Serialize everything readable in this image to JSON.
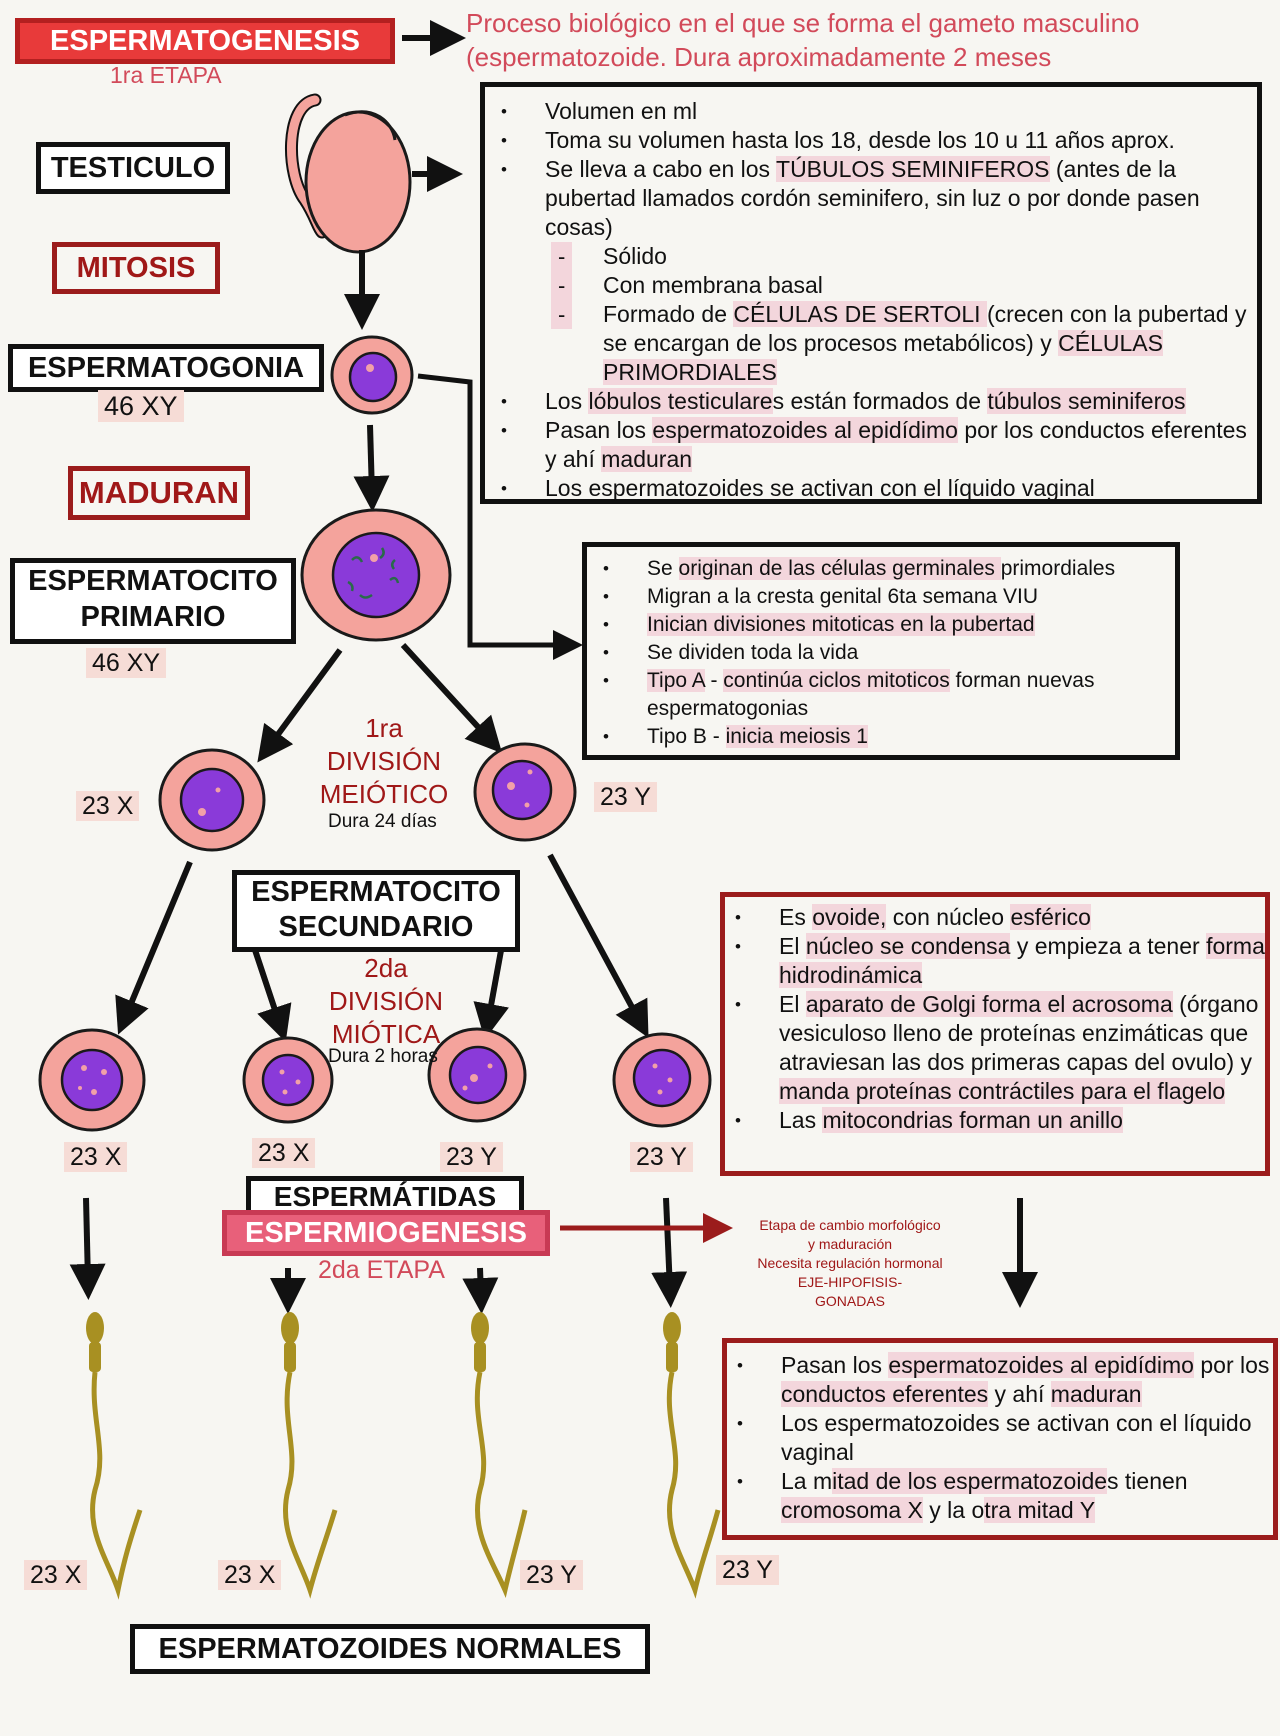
{
  "header": {
    "title": "ESPERMATOGENESIS",
    "stage": "1ra ETAPA",
    "definition_line1": "Proceso biológico en el que se forma el gameto masculino",
    "definition_line2": "(espermatozoide. Dura aproximadamente 2 meses"
  },
  "labels": {
    "testiculo": "TESTICULO",
    "mitosis": "MITOSIS",
    "espermatogonia": "ESPERMATOGONIA",
    "espermatogonia_karyotype": "46 XY",
    "maduran": "MADURAN",
    "espermatocito_primario_line1": "ESPERMATOCITO",
    "espermatocito_primario_line2": "PRIMARIO",
    "primario_karyotype": "46 XY",
    "division1_line1": "1ra",
    "division1_line2": "DIVISIÓN",
    "division1_line3": "MEIÓTICO",
    "division1_duration": "Dura 24 días",
    "secundario_left_karyotype": "23 X",
    "secundario_right_karyotype": "23 Y",
    "espermatocito_secundario_line1": "ESPERMATOCITO",
    "espermatocito_secundario_line2": "SECUNDARIO",
    "division2_line1": "2da",
    "division2_line2": "DIVISIÓN",
    "division2_line3": "MIÓTICA",
    "division2_duration": "Dura 2 horas",
    "espermatida_karyotypes": [
      "23 X",
      "23 X",
      "23 Y",
      "23 Y"
    ],
    "espermatidas": "ESPERMÁTIDAS",
    "espermiogenesis": "ESPERMIOGENESIS",
    "stage2": "2da ETAPA",
    "espermiogenesis_note": [
      "Etapa de cambio morfológico",
      "y maduración",
      "Necesita regulación hormonal",
      "EJE-HIPOFISIS-",
      "GONADAS"
    ],
    "sperm_karyotypes": [
      "23 X",
      "23 X",
      "23 Y",
      "23 Y"
    ],
    "espermatozoides_normales": "ESPERMATOZOIDES NORMALES"
  },
  "panel_testiculo": {
    "i1": "Volumen en ml",
    "i2": "Toma su volumen hasta los 18, desde los 10 u 11 años aprox.",
    "i3a": "Se lleva a cabo en los ",
    "i3b": "TÚBULOS SEMINIFEROS",
    "i3c": " (antes de la pubertad llamados cordón seminifero, sin luz o por donde pasen cosas)",
    "s1": "Sólido",
    "s2": "Con membrana basal",
    "s3a": "Formado de ",
    "s3b": "CÉLULAS DE SERTOLI ",
    "s3c": "(crecen con la pubertad y se encargan de los procesos metabólicos) y ",
    "s3d": "CÉLULAS PRIMORDIALES ",
    "i4a": "Los ",
    "i4b": "lóbulos testiculare",
    "i4c": "s están formados de ",
    "i4d": "túbulos seminiferos",
    "i5a": "Pasan los ",
    "i5b": "espermatozoides al epidídimo",
    "i5c": " por los conductos eferentes y ahí ",
    "i5d": "maduran",
    "i6": "Los espermatozoides se activan con el líquido vaginal"
  },
  "panel_espermatogonia": {
    "i1a": "Se ",
    "i1b": "originan de las células germinales ",
    "i1c": "primordiales",
    "i2": "Migran a la cresta genital 6ta semana VIU",
    "i3": "Inician divisiones mitoticas en la pubertad ",
    "i4": "Se dividen toda la vida",
    "i5a": "Tipo A",
    "i5b": " - ",
    "i5c": "continúa ciclos mitoticos",
    "i5d": " forman nuevas espermatogonias",
    "i6a": "Tipo B - ",
    "i6b": "inicia meiosis 1 "
  },
  "panel_espermatida": {
    "i1a": "Es ",
    "i1b": "ovoide,",
    "i1c": " con núcleo ",
    "i1d": "esférico",
    "i2a": "El ",
    "i2b": "núcleo se condensa",
    "i2c": " y empieza a tener ",
    "i2d": "forma hidrodinámica",
    "i3a": "El ",
    "i3b": "aparato de Golgi forma el acrosoma",
    "i3c": " (órgano vesiculoso lleno de proteínas enzimáticas que atraviesan las dos primeras capas del ovulo) y ",
    "i3d": "manda proteínas contráctiles para el flagelo",
    "i4a": "Las ",
    "i4b": "mitocondrias forman un anillo "
  },
  "panel_espermatozoide": {
    "i1a": "Pasan los ",
    "i1b": "espermatozoides al epidídimo",
    "i1c": " por los ",
    "i1d": "conductos eferentes",
    "i1e": " y ahí ",
    "i1f": "maduran",
    "i2": "Los espermatozoides se activan con el líquido vaginal",
    "i3a": "La m",
    "i3b": "itad de los espermatozoide",
    "i3c": "s tienen ",
    "i3d": "cromosoma X",
    "i3e": " y la o",
    "i3f": "tra mitad Y"
  },
  "colors": {
    "cell_cytoplasm": "#f4a39c",
    "cell_outline": "#1a1a1a",
    "nucleus": "#8a3ad9",
    "nucleolus": "#f2a0a8",
    "sperm": "#a89022",
    "title_red": "#e83a3a",
    "dark_red": "#9b1c1c",
    "highlight": "#f6dcd6"
  }
}
